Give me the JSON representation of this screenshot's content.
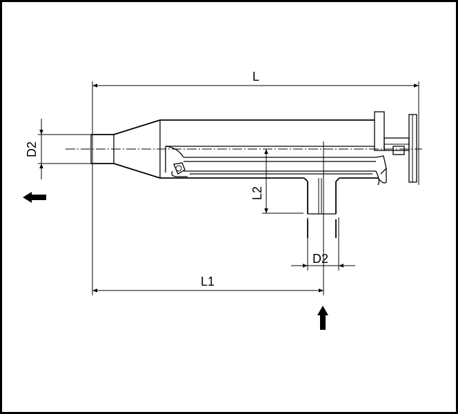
{
  "dimensions": {
    "overall_length": "L",
    "inlet_offset_length": "L1",
    "outlet_height": "L2",
    "left_diameter": "D2",
    "bottom_diameter": "D2"
  },
  "flow": {
    "outlet_arrow": "arrow-left-icon",
    "inlet_arrow": "arrow-up-icon"
  },
  "colors": {
    "line": "#000000",
    "background": "#ffffff"
  }
}
